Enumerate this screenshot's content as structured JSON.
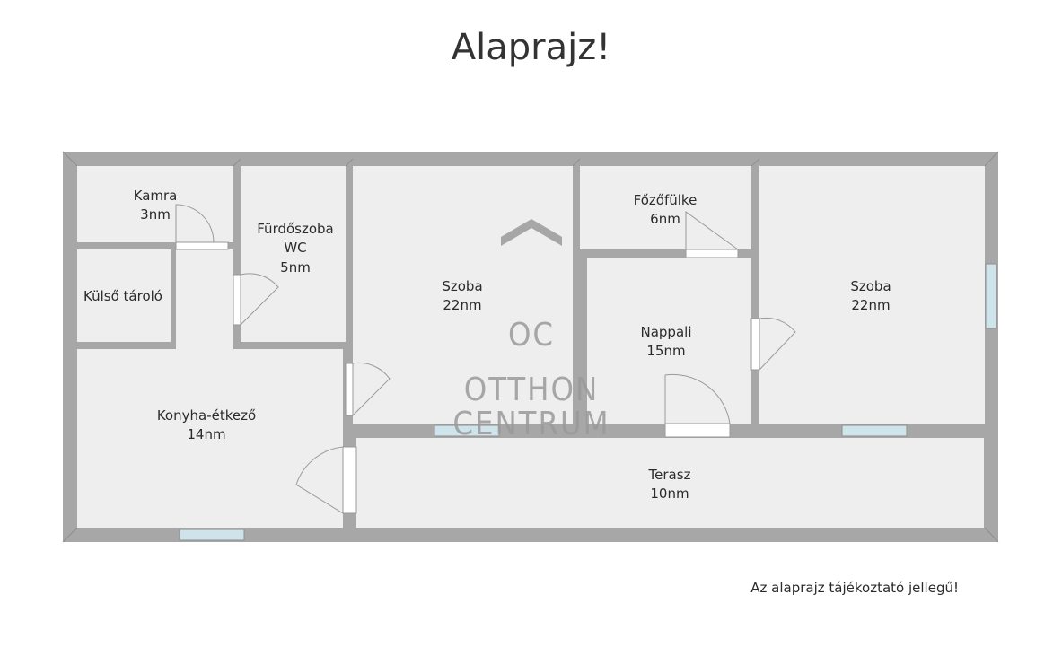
{
  "title": "Alaprajz!",
  "note": "Az alaprajz tájékoztató jellegű!",
  "watermark": {
    "logo_letters": "OC",
    "line1": "OTTHON",
    "line2": "CENTRUM"
  },
  "rooms": [
    {
      "id": "kamra",
      "name": "Kamra",
      "area": "3nm"
    },
    {
      "id": "furdoszoba",
      "name": "Fürdőszoba",
      "name2": "WC",
      "area": "5nm"
    },
    {
      "id": "kulso-tarolo",
      "name": "Külső tároló"
    },
    {
      "id": "konyha",
      "name": "Konyha-étkező",
      "area": "14nm"
    },
    {
      "id": "szoba-left",
      "name": "Szoba",
      "area": "22nm"
    },
    {
      "id": "fozofulke",
      "name": "Főzőfülke",
      "area": "6nm"
    },
    {
      "id": "nappali",
      "name": "Nappali",
      "area": "15nm"
    },
    {
      "id": "szoba-right",
      "name": "Szoba",
      "area": "22nm"
    },
    {
      "id": "terasz",
      "name": "Terasz",
      "area": "10nm"
    }
  ],
  "colors": {
    "wall": "#a7a7a7",
    "floor": "#eeeeee",
    "window": "#cfe3ea",
    "watermark": "#9a9a9a"
  }
}
